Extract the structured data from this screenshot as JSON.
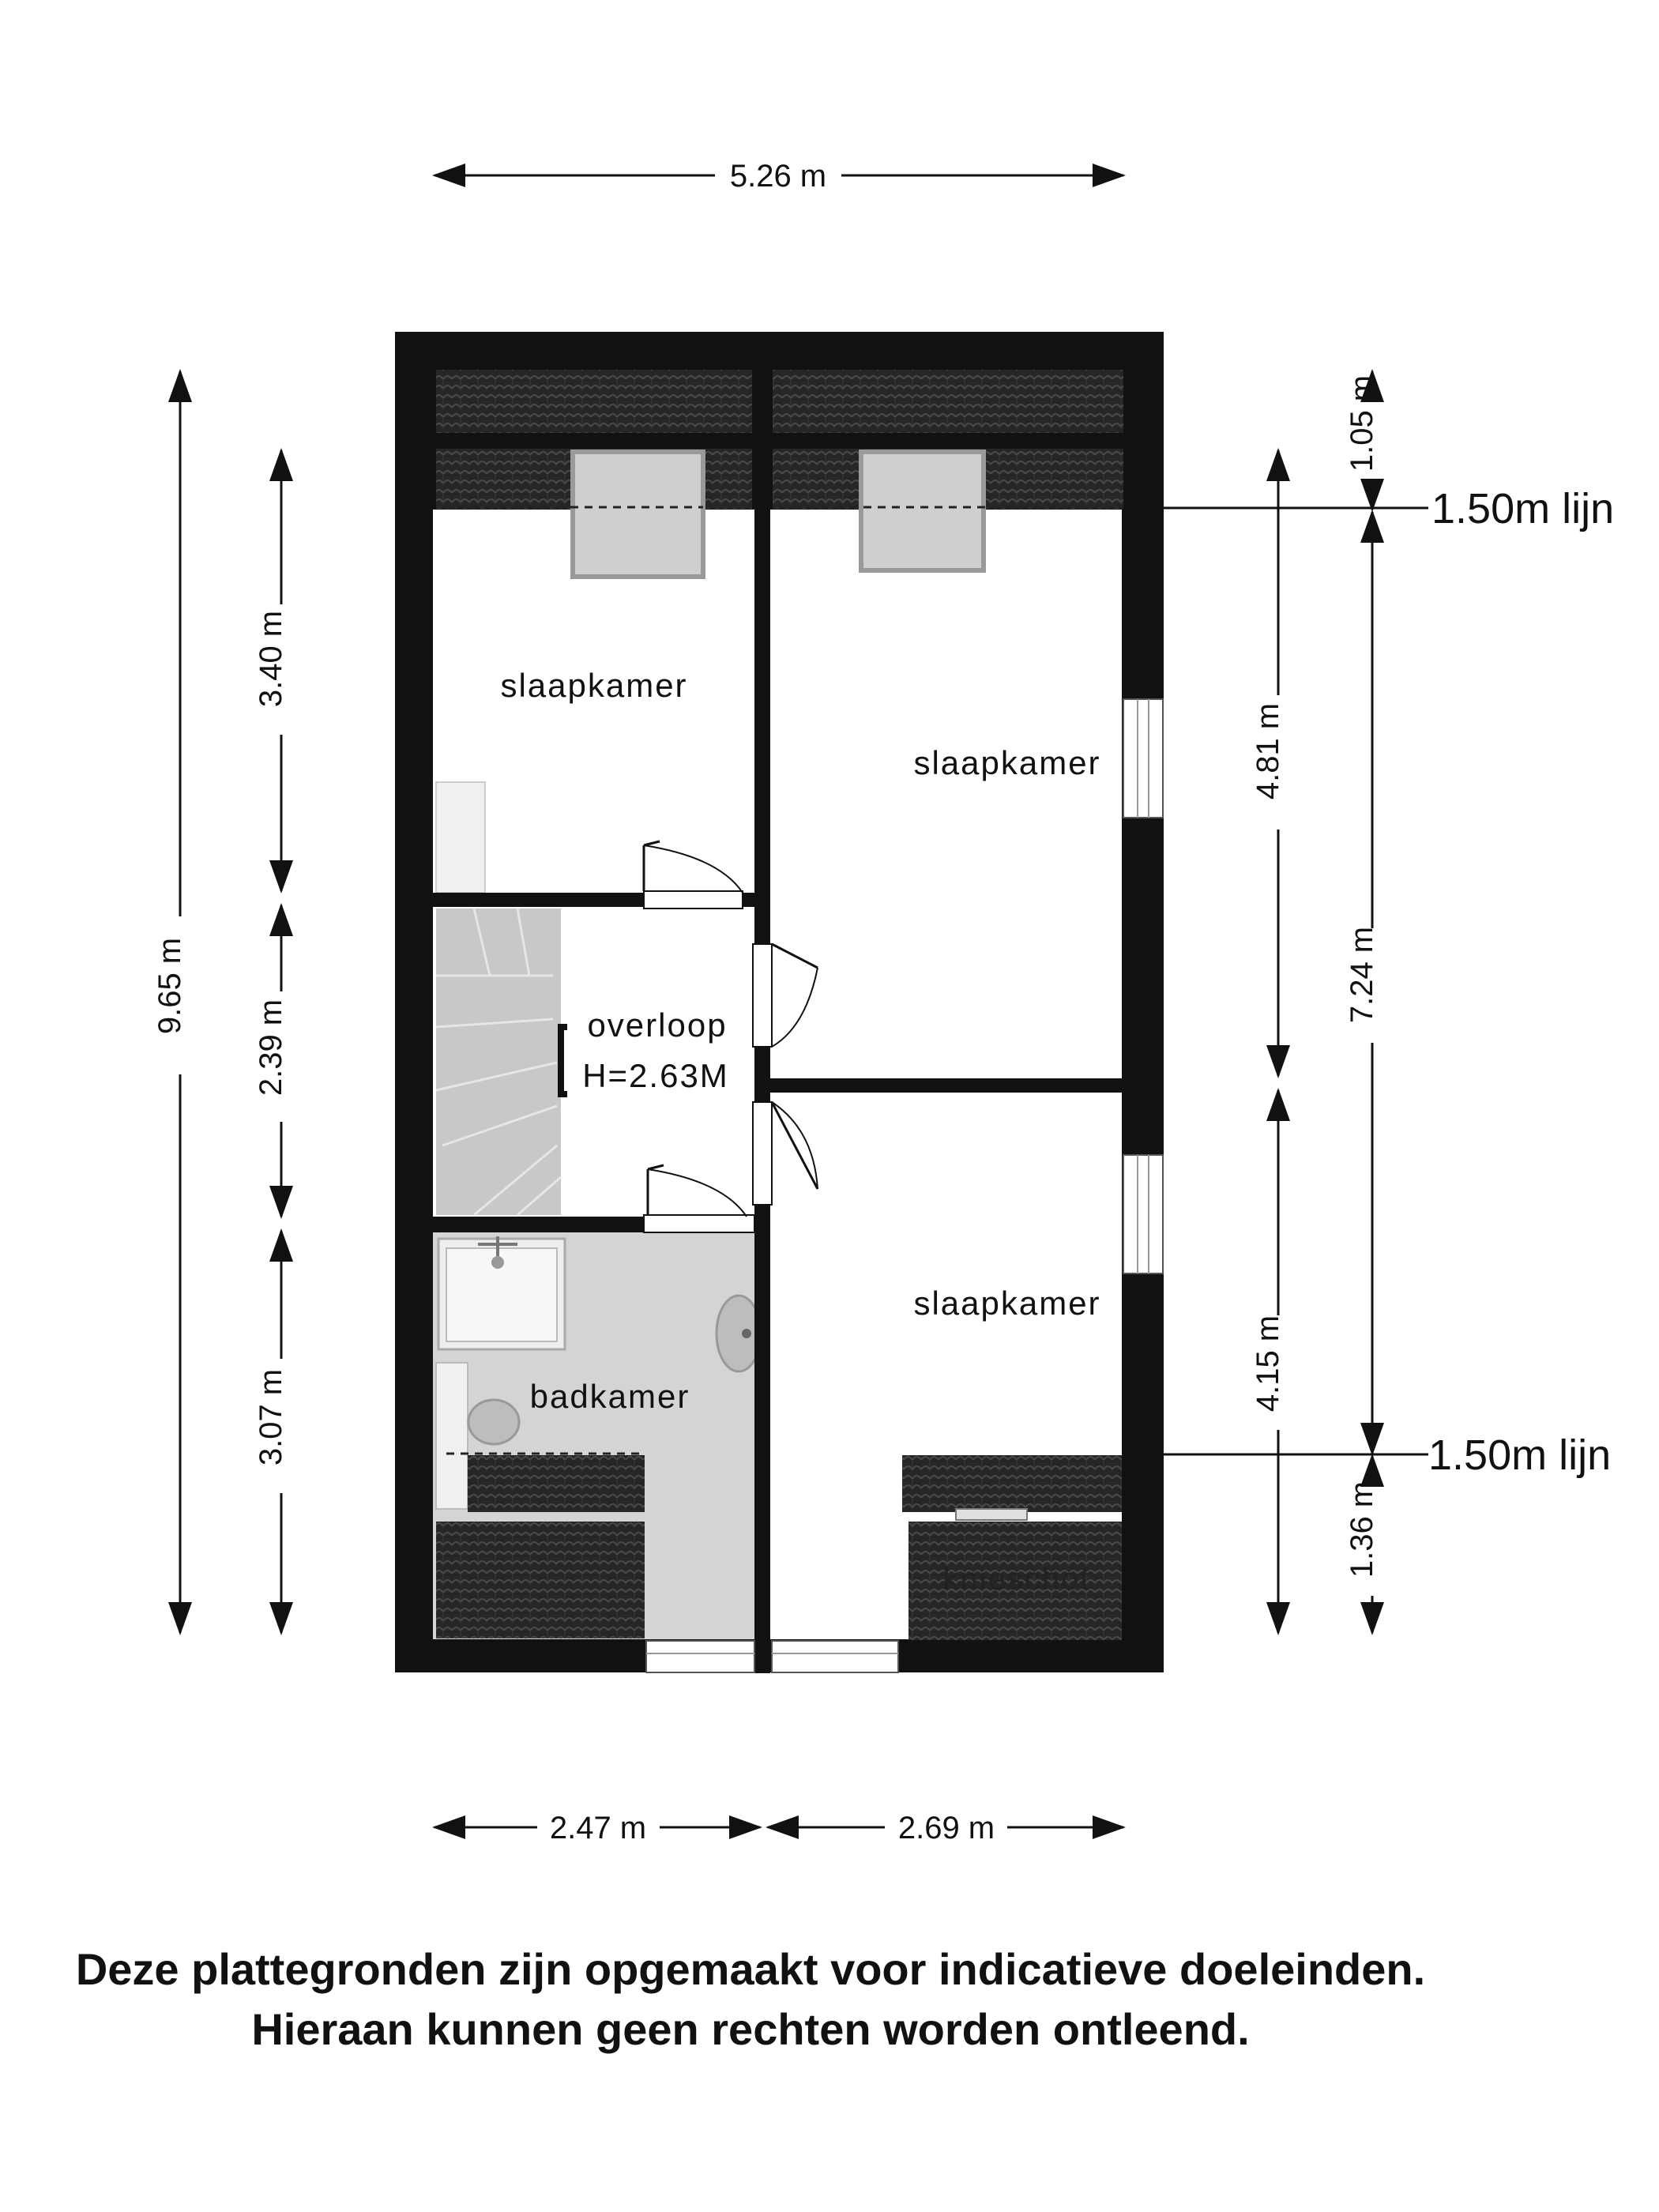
{
  "dimensions": {
    "top_total": "5.26 m",
    "bottom_left": "2.47 m",
    "bottom_right": "2.69 m",
    "left_total": "9.65 m",
    "left_upper": "3.40 m",
    "left_middle": "2.39 m",
    "left_lower": "3.07 m",
    "right_upper": "4.81 m",
    "right_lower": "4.15 m",
    "right_top_slope": "1.05 m",
    "right_mid_height": "7.24 m",
    "right_bottom_slope": "1.36 m"
  },
  "lines": {
    "top_line": "1.50m lijn",
    "bottom_line": "1.50m lijn"
  },
  "rooms": {
    "bedroom_top_left": "slaapkamer",
    "bedroom_top_right": "slaapkamer",
    "landing": "overloop",
    "landing_height": "H=2.63M",
    "bathroom": "badkamer",
    "bedroom_bottom_right": "slaapkamer",
    "knee_wall": "knieschot"
  },
  "disclaimer": {
    "line1": "Deze plattegronden zijn opgemaakt voor indicatieve doeleinden.",
    "line2": "Hieraan kunnen geen rechten worden ontleend."
  },
  "colors": {
    "wall": "#111111",
    "roof_tile": "#2a2a2a",
    "wet_floor": "#d4d4d4",
    "stair": "#c8c8c8",
    "skylight": "#cfcfcf"
  }
}
